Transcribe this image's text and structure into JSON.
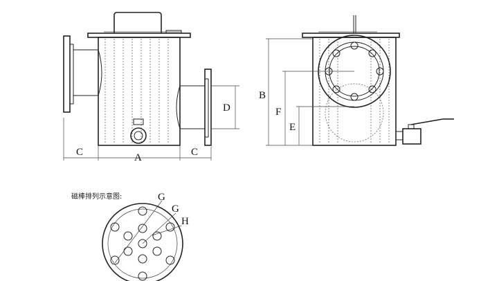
{
  "front_view": {
    "dim_c_left": "C",
    "dim_a": "A",
    "dim_c_right": "C",
    "dim_d": "D"
  },
  "side_view": {
    "dim_b": "B",
    "dim_f": "F",
    "dim_e": "E"
  },
  "layout_diagram": {
    "caption": "磁棒排列示意图:",
    "label_g1": "G",
    "label_g2": "G",
    "label_h": "H"
  },
  "icons": [
    "ball-valve-icon",
    "handle-icon",
    "flange-icon",
    "lid-handle-icon"
  ]
}
